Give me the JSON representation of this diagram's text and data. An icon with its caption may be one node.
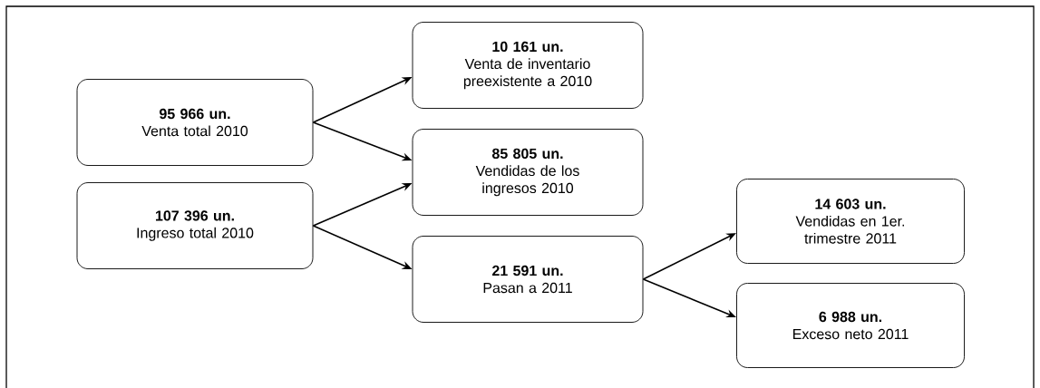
{
  "diagram": {
    "nodes": [
      {
        "text": [
          "95 966 un.",
          "Venta total 2010"
        ]
      },
      {
        "text": [
          "107 396 un.",
          "Ingreso total 2010"
        ]
      },
      {
        "text": [
          "10 161 un.",
          "Venta de inventario preexistente a 2010"
        ]
      },
      {
        "text": [
          "85 805 un.",
          "Vendidas de los ingresos 2010"
        ]
      },
      {
        "text": [
          "21 591 un.",
          "Pasan a 2011"
        ]
      },
      {
        "text": [
          "14 603 un.",
          "Vendidas en 1er. trimestre 2011"
        ]
      },
      {
        "text": [
          "6 988 un.",
          "Exceso neto 2011"
        ]
      }
    ],
    "edges": [
      {
        "from": 0,
        "to": 2,
        "arrow": "to"
      },
      {
        "from": 0,
        "to": 3,
        "arrow": "to"
      },
      {
        "from": 1,
        "to": 3,
        "arrow": "to"
      },
      {
        "from": 1,
        "to": 4,
        "arrow": "to"
      },
      {
        "from": 4,
        "to": 5,
        "arrow": "to"
      },
      {
        "from": 4,
        "to": 6,
        "arrow": "to"
      }
    ]
  }
}
